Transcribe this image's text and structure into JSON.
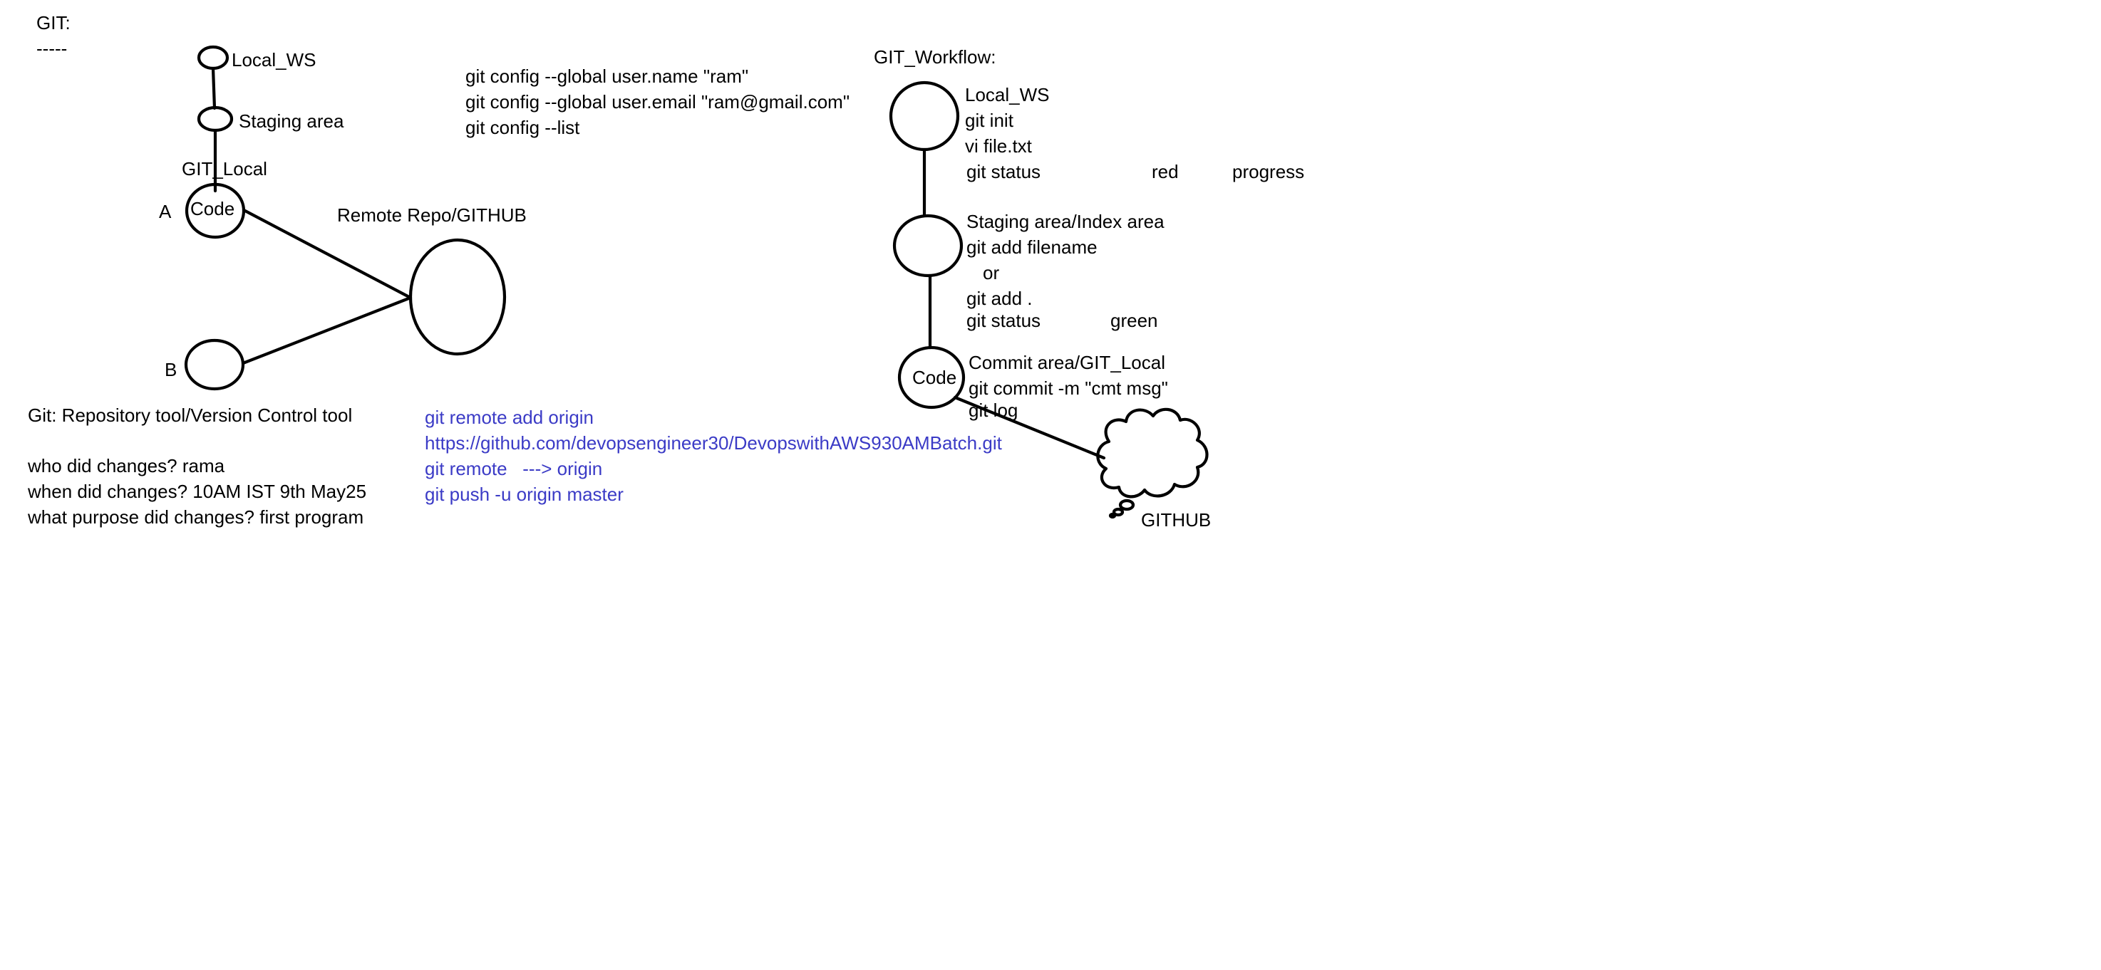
{
  "header": {
    "title": "GIT:",
    "underline": "-----"
  },
  "left_diagram": {
    "local_ws": "Local_WS",
    "staging_area": "Staging area",
    "git_local": "GIT_Local",
    "code_node": "Code",
    "label_a": "A",
    "label_b": "B",
    "remote_repo": "Remote Repo/GITHUB"
  },
  "config": {
    "lines": [
      "git config --global user.name \"ram\"",
      "git config --global user.email \"ram@gmail.com\"",
      "git config --list"
    ]
  },
  "notes": {
    "definition": "Git: Repository tool/Version Control tool",
    "lines": [
      "who did changes?  rama",
      "when did changes? 10AM IST  9th May25",
      "what purpose did changes? first program"
    ]
  },
  "remote_commands": {
    "color": "#3b3bc6",
    "lines": [
      "git remote add origin",
      "https://github.com/devopsengineer30/DevopswithAWS930AMBatch.git",
      "git remote   ---> origin",
      "git push -u origin master"
    ]
  },
  "workflow": {
    "title": "GIT_Workflow:",
    "local_ws": {
      "label": "Local_WS",
      "lines": [
        "git init",
        "vi file.txt",
        "git status"
      ],
      "status_color": "red",
      "status_note": "progress"
    },
    "staging": {
      "label": "Staging area/Index area",
      "lines": [
        "git add filename",
        "or",
        "git add .",
        "git status"
      ],
      "status_color": "green"
    },
    "commit": {
      "node": "Code",
      "label": "Commit area/GIT_Local",
      "lines": [
        "git commit -m \"cmt msg\"",
        "git log"
      ]
    },
    "github": "GITHUB"
  }
}
